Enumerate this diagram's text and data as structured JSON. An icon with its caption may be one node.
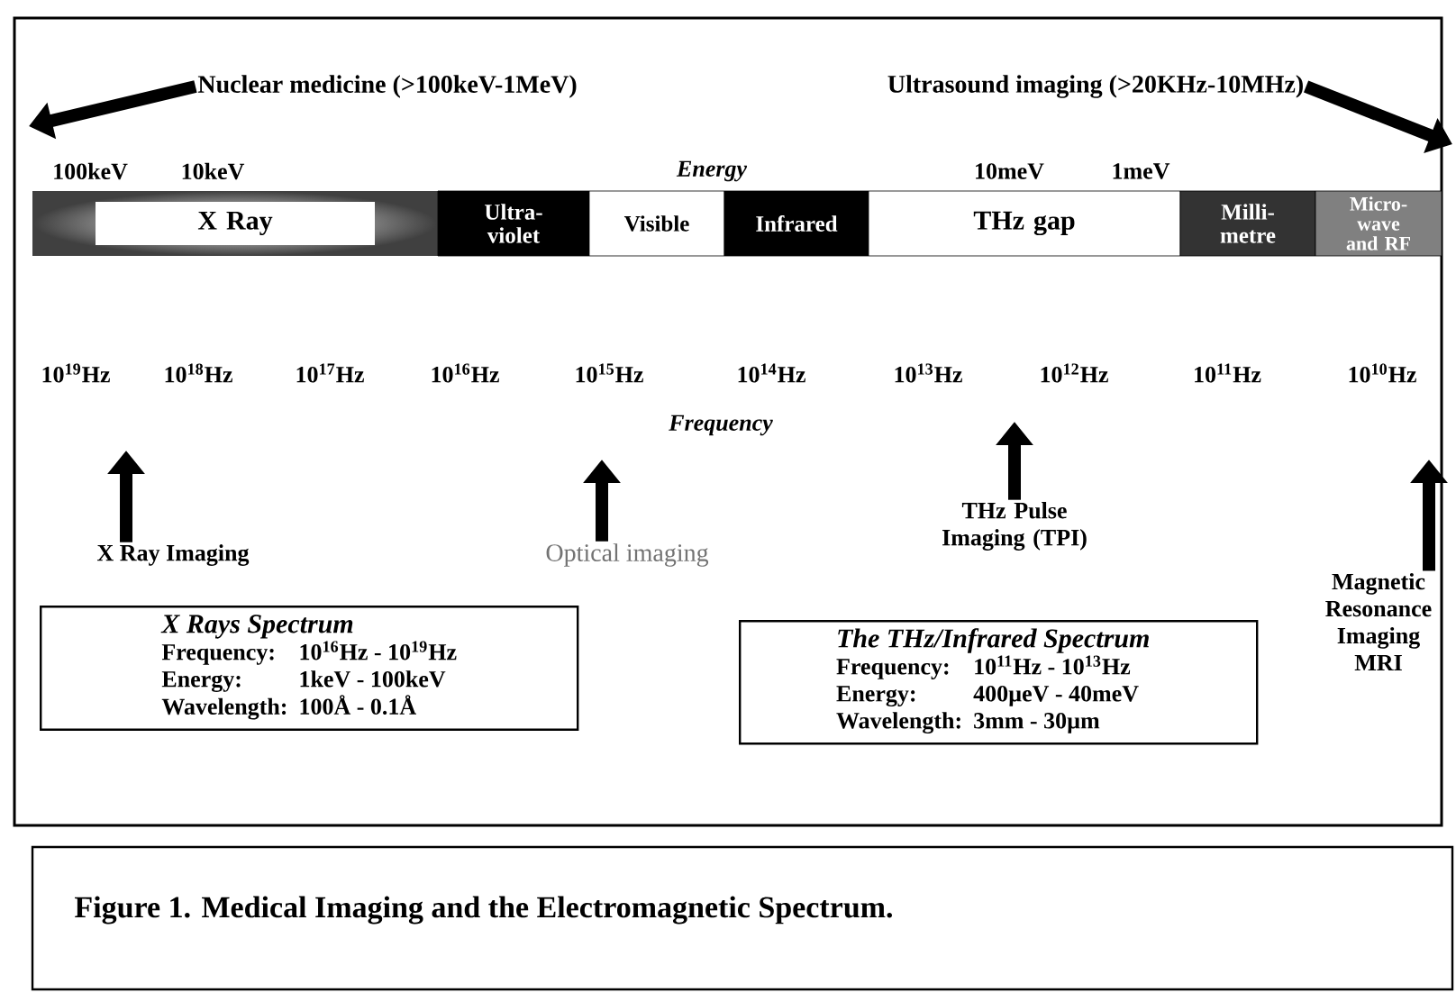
{
  "diagram": {
    "caption": "Figure 1. Medical Imaging and the Electromagnetic Spectrum.",
    "nodes": [
      {
        "text": [
          "Nuclear medicine (>100keV-1MeV)"
        ]
      },
      {
        "text": [
          "Ultrasound imaging (>20KHz-10MHz)"
        ]
      },
      {
        "text": [
          "X Ray"
        ]
      },
      {
        "text": [
          "Ultra- violet"
        ]
      },
      {
        "text": [
          "Visible"
        ]
      },
      {
        "text": [
          "Infrared"
        ]
      },
      {
        "text": [
          "THz gap"
        ]
      },
      {
        "text": [
          "Milli- metre"
        ]
      },
      {
        "text": [
          "Micro- wave and RF"
        ]
      },
      {
        "text": [
          "X Ray Imaging"
        ]
      },
      {
        "text": [
          "Optical imaging"
        ]
      },
      {
        "text": [
          "THz Pulse Imaging (TPI)"
        ]
      },
      {
        "text": [
          "Magnetic Resonance Imaging MRI"
        ]
      },
      {
        "text": [
          "*X Rays Spectrum*",
          "Frequency:",
          "10$^{16}$Hz - 10$^{19}$Hz",
          "Energy:",
          "1keV - 100keV",
          "Wavelength:",
          "100Å - 0.1Å"
        ]
      },
      {
        "text": [
          "*The THz/Infrared Spectrum*",
          "Frequency:",
          "10$^{11}$Hz - 10$^{13}$Hz",
          "Energy:",
          "400µeV - 40meV",
          "Wavelength:",
          "3mm - 30µm"
        ]
      }
    ],
    "edges": [
      {
        "from": 0,
        "to": null,
        "arrow": "to"
      },
      {
        "from": 1,
        "to": null,
        "arrow": "to"
      },
      {
        "from": 9,
        "to": null,
        "arrow": "to"
      },
      {
        "from": 10,
        "to": null,
        "arrow": "to"
      },
      {
        "from": 11,
        "to": null,
        "arrow": "to"
      },
      {
        "from": 12,
        "to": null,
        "arrow": "to"
      }
    ],
    "labels": [
      "100keV",
      "10keV",
      "Energy",
      "10meV",
      "1meV",
      "10$^{19}$Hz",
      "10$^{18}$Hz",
      "10$^{17}$Hz",
      "10$^{16}$Hz",
      "10$^{15}$Hz",
      "10$^{14}$Hz",
      "10$^{13}$Hz",
      "10$^{12}$Hz",
      "10$^{11}$Hz",
      "10$^{10}$Hz",
      "Frequency"
    ]
  }
}
